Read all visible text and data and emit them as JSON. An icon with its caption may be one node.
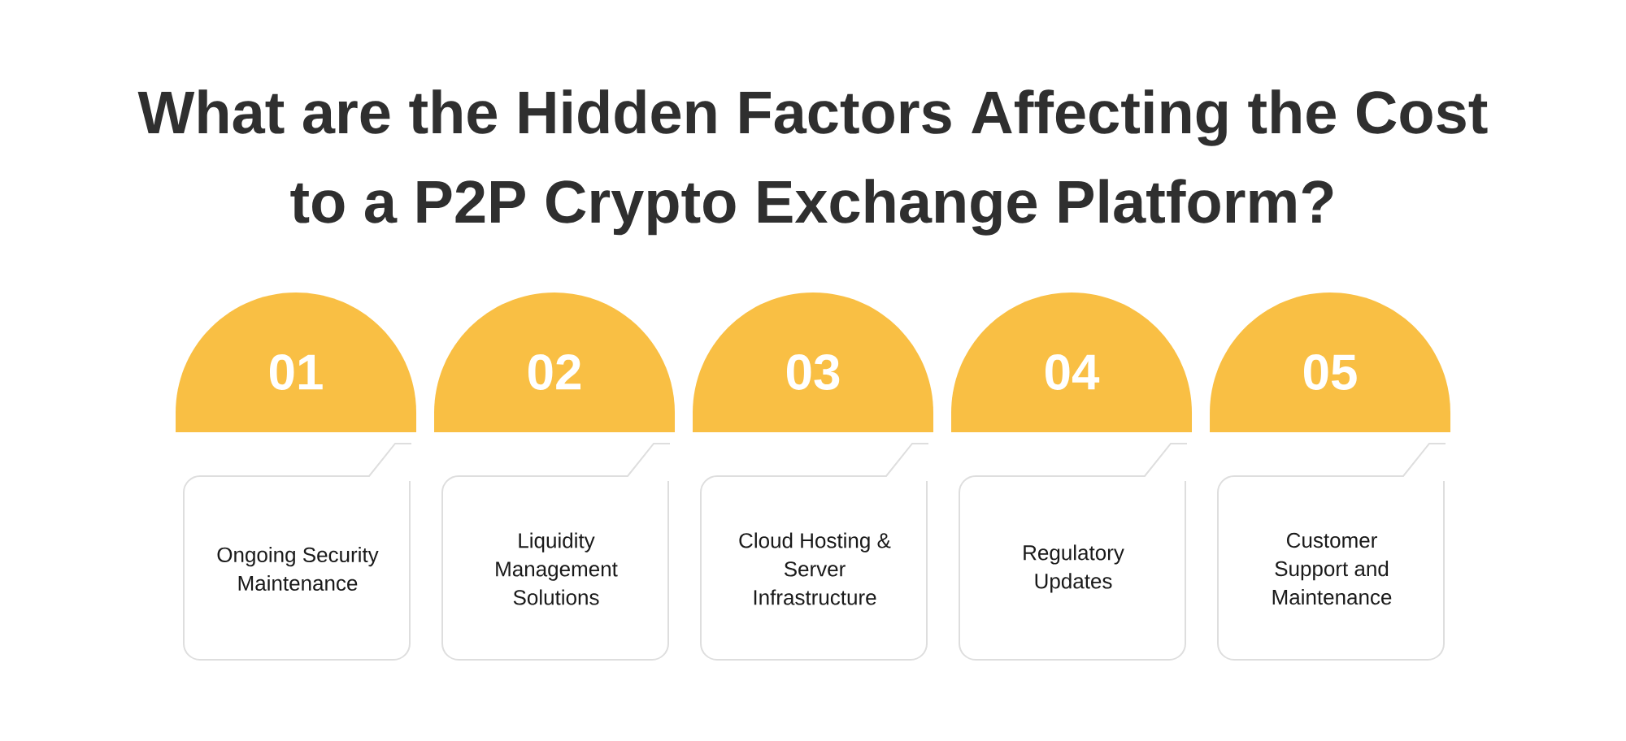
{
  "diagram": {
    "title": "What are the Hidden Factors Affecting the Cost to a P2P Crypto Exchange Platform?",
    "nodes": [
      {
        "text": [
          "01"
        ]
      },
      {
        "text": [
          "Ongoing Security Maintenance"
        ]
      },
      {
        "text": [
          "02"
        ]
      },
      {
        "text": [
          "Liquidity Management Solutions"
        ]
      },
      {
        "text": [
          "03"
        ]
      },
      {
        "text": [
          "Cloud Hosting & Server Infrastructure"
        ]
      },
      {
        "text": [
          "04"
        ]
      },
      {
        "text": [
          "Regulatory Updates"
        ]
      },
      {
        "text": [
          "05"
        ]
      },
      {
        "text": [
          "Customer Support and Maintenance"
        ]
      }
    ]
  }
}
